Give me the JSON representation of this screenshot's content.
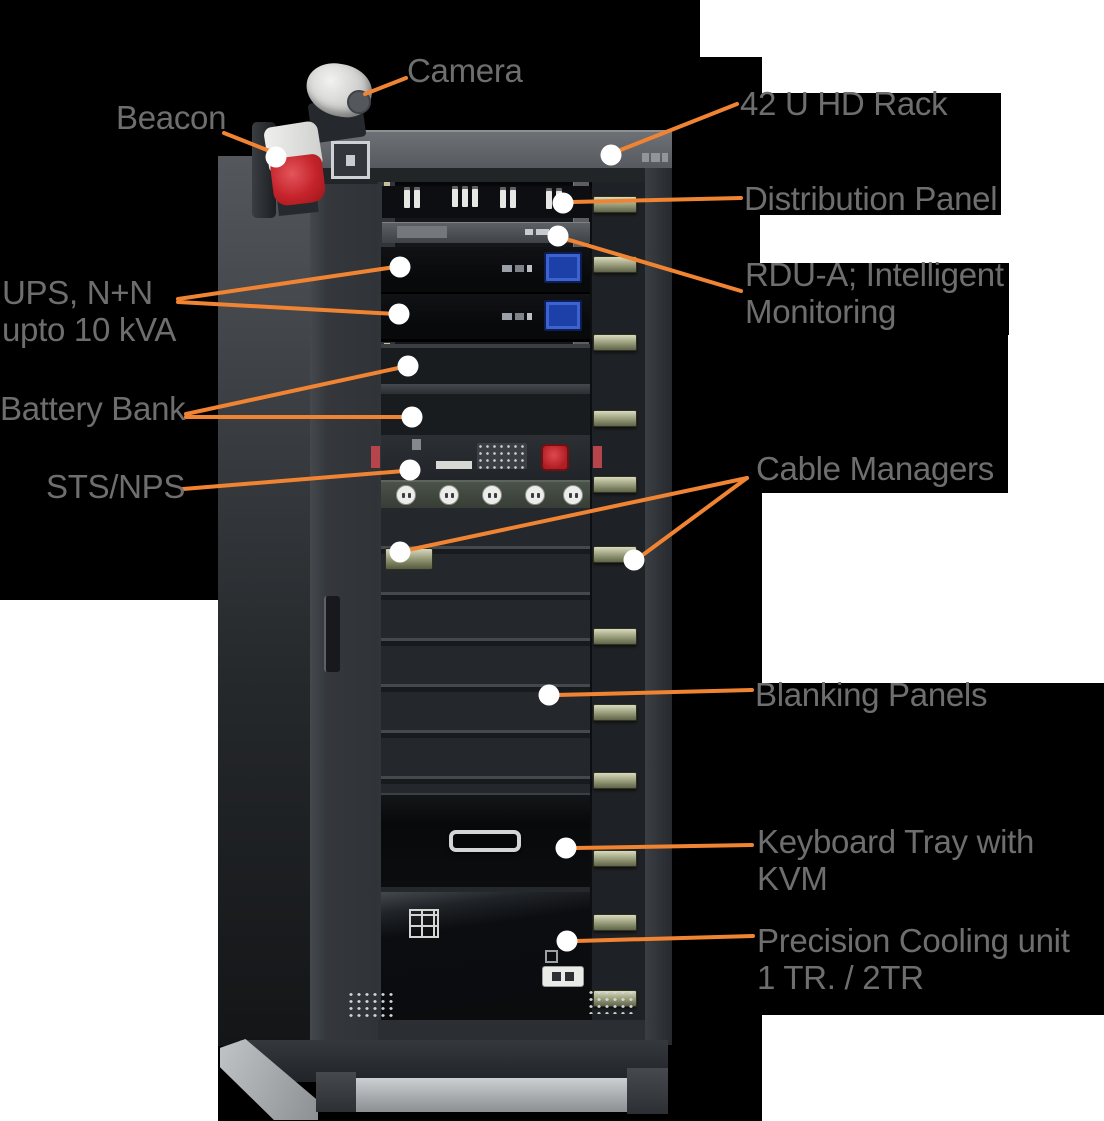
{
  "diagram": {
    "type": "annotated-equipment-diagram",
    "callouts": {
      "camera": {
        "label": "Camera"
      },
      "beacon": {
        "label": "Beacon"
      },
      "rack": {
        "label": "42 U HD Rack"
      },
      "distribution_panel": {
        "label": "Distribution Panel"
      },
      "rdu": {
        "label": "RDU-A; Intelligent\nMonitoring"
      },
      "ups": {
        "label": "UPS, N+N\nupto 10 kVA"
      },
      "battery_bank": {
        "label": "Battery Bank"
      },
      "sts": {
        "label": "STS/NPS"
      },
      "cable_managers": {
        "label": "Cable Managers"
      },
      "blanking_panels": {
        "label": "Blanking Panels"
      },
      "keyboard_tray": {
        "label": "Keyboard Tray with KVM"
      },
      "precision_cooling": {
        "label": "Precision Cooling unit\n1 TR. / 2TR"
      }
    },
    "colors": {
      "callout_line": "#F08433",
      "callout_marker": "#FFFFFF",
      "label_text": "#6E6E6E",
      "beacon_red": "#C4232A",
      "ups_display_blue": "#3D63CF",
      "base_silver": "#B9BCBE"
    }
  }
}
